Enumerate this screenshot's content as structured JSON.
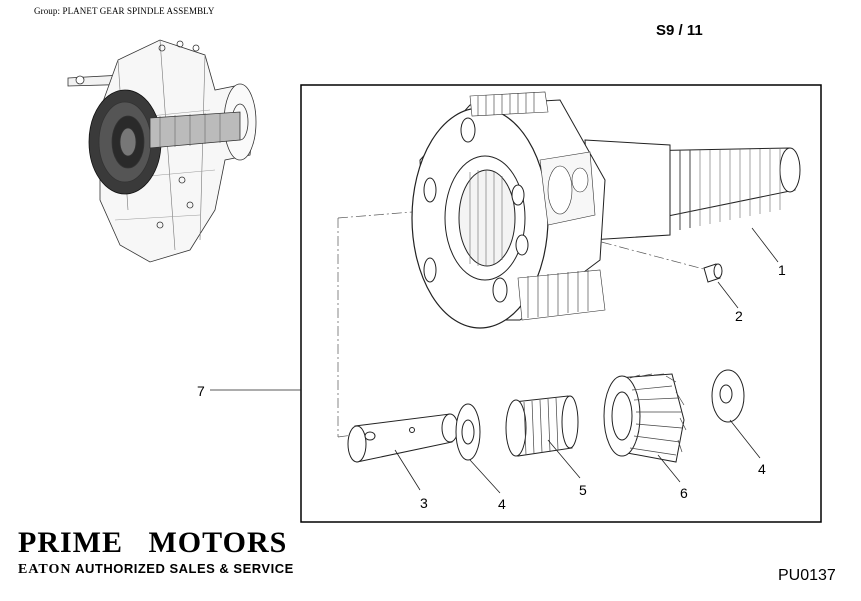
{
  "header": {
    "group_prefix": "Group:",
    "group_name": "PLANET GEAR SPINDLE ASSEMBLY",
    "page_ref": "S9 / 11"
  },
  "callouts": {
    "c1": "1",
    "c2": "2",
    "c3": "3",
    "c4a": "4",
    "c4b": "4",
    "c5": "5",
    "c6": "6",
    "c7": "7"
  },
  "footer": {
    "brand": "PRIME   MOTORS",
    "tag_eaton": "EATON",
    "tag_rest": " AUTHORIZED SALES & SERVICE",
    "part_code": "PU0137"
  }
}
